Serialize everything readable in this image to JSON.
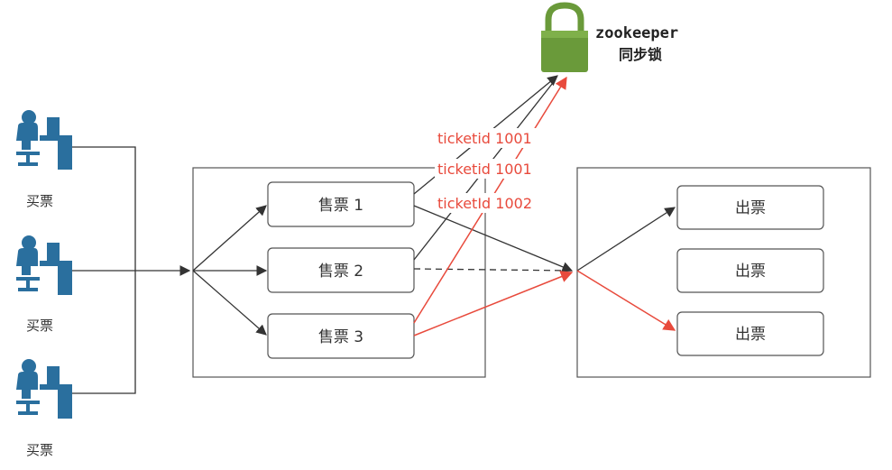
{
  "users": [
    {
      "label": "买票"
    },
    {
      "label": "买票"
    },
    {
      "label": "买票"
    }
  ],
  "sellers": [
    {
      "label": "售票 1"
    },
    {
      "label": "售票 2"
    },
    {
      "label": "售票 3"
    }
  ],
  "outputs": [
    {
      "label": "出票"
    },
    {
      "label": "出票"
    },
    {
      "label": "出票"
    }
  ],
  "lock": {
    "title": "zookeeper",
    "subtitle": "同步锁",
    "icon": "padlock-icon",
    "color": "#6a9a3a"
  },
  "ticket_labels": [
    {
      "text": "ticketid 1001"
    },
    {
      "text": "ticketid 1001"
    },
    {
      "text": "ticketId 1002"
    }
  ],
  "colors": {
    "user_icon": "#2a6f9e",
    "red": "#e84a3c",
    "line": "#333333"
  }
}
